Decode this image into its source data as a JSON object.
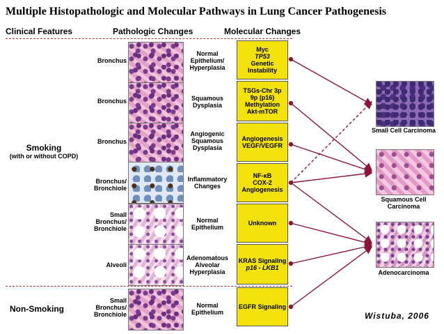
{
  "title": "Multiple Histopathologic and Molecular Pathways in Lung Cancer Pathogenesis",
  "headers": {
    "clinical": "Clinical Features",
    "pathologic": "Pathologic Changes",
    "molecular": "Molecular Changes"
  },
  "clinical": {
    "smoking": "Smoking",
    "smoking_note": "(with or without COPD)",
    "non_smoking": "Non-Smoking"
  },
  "rows": [
    {
      "site": "Bronchus",
      "change": "Normal Epithelium/ Hyperplasia",
      "mol": [
        "Myc",
        "TP53",
        "Genetic",
        "Instability"
      ],
      "italic": [
        1
      ]
    },
    {
      "site": "Bronchus",
      "change": "Squamous Dysplasia",
      "mol": [
        "TSGs-Chr 3p",
        "9p (p16)",
        "Methylation",
        "Akt-mTOR"
      ],
      "italic": []
    },
    {
      "site": "Bronchus",
      "change": "Angiogenic Squamous Dysplasia",
      "mol": [
        "Angiogenesis",
        "VEGF/VEGFR"
      ],
      "italic": []
    },
    {
      "site": "Bronchus/ Bronchiole",
      "change": "Inflammatory Changes",
      "mol": [
        "NF-κB",
        "COX-2",
        "Angiogenesis"
      ],
      "italic": []
    },
    {
      "site": "Small Bronchus/ Bronchiole",
      "change": "Normal Epithelium",
      "mol": [
        "Unknown"
      ],
      "italic": []
    },
    {
      "site": "Alveoli",
      "change": "Adenomatous Alveolar Hyperplasia",
      "mol": [
        "KRAS Signaling",
        "p16 - LKB1"
      ],
      "italic": [
        1
      ]
    },
    {
      "site": "Small Bronchus/ Bronchiole",
      "change": "Normal Epithelium",
      "mol": [
        "EGFR Signaling"
      ],
      "italic": []
    }
  ],
  "cancers": [
    {
      "name": "Small Cell Carcinoma"
    },
    {
      "name": "Squamous Cell Carcinoma"
    },
    {
      "name": "Adenocarcinoma"
    }
  ],
  "credit": "Wistuba, 2006",
  "colors": {
    "arrow": "#8b1538",
    "box": "#f3e20c",
    "separator": "#b03030"
  }
}
